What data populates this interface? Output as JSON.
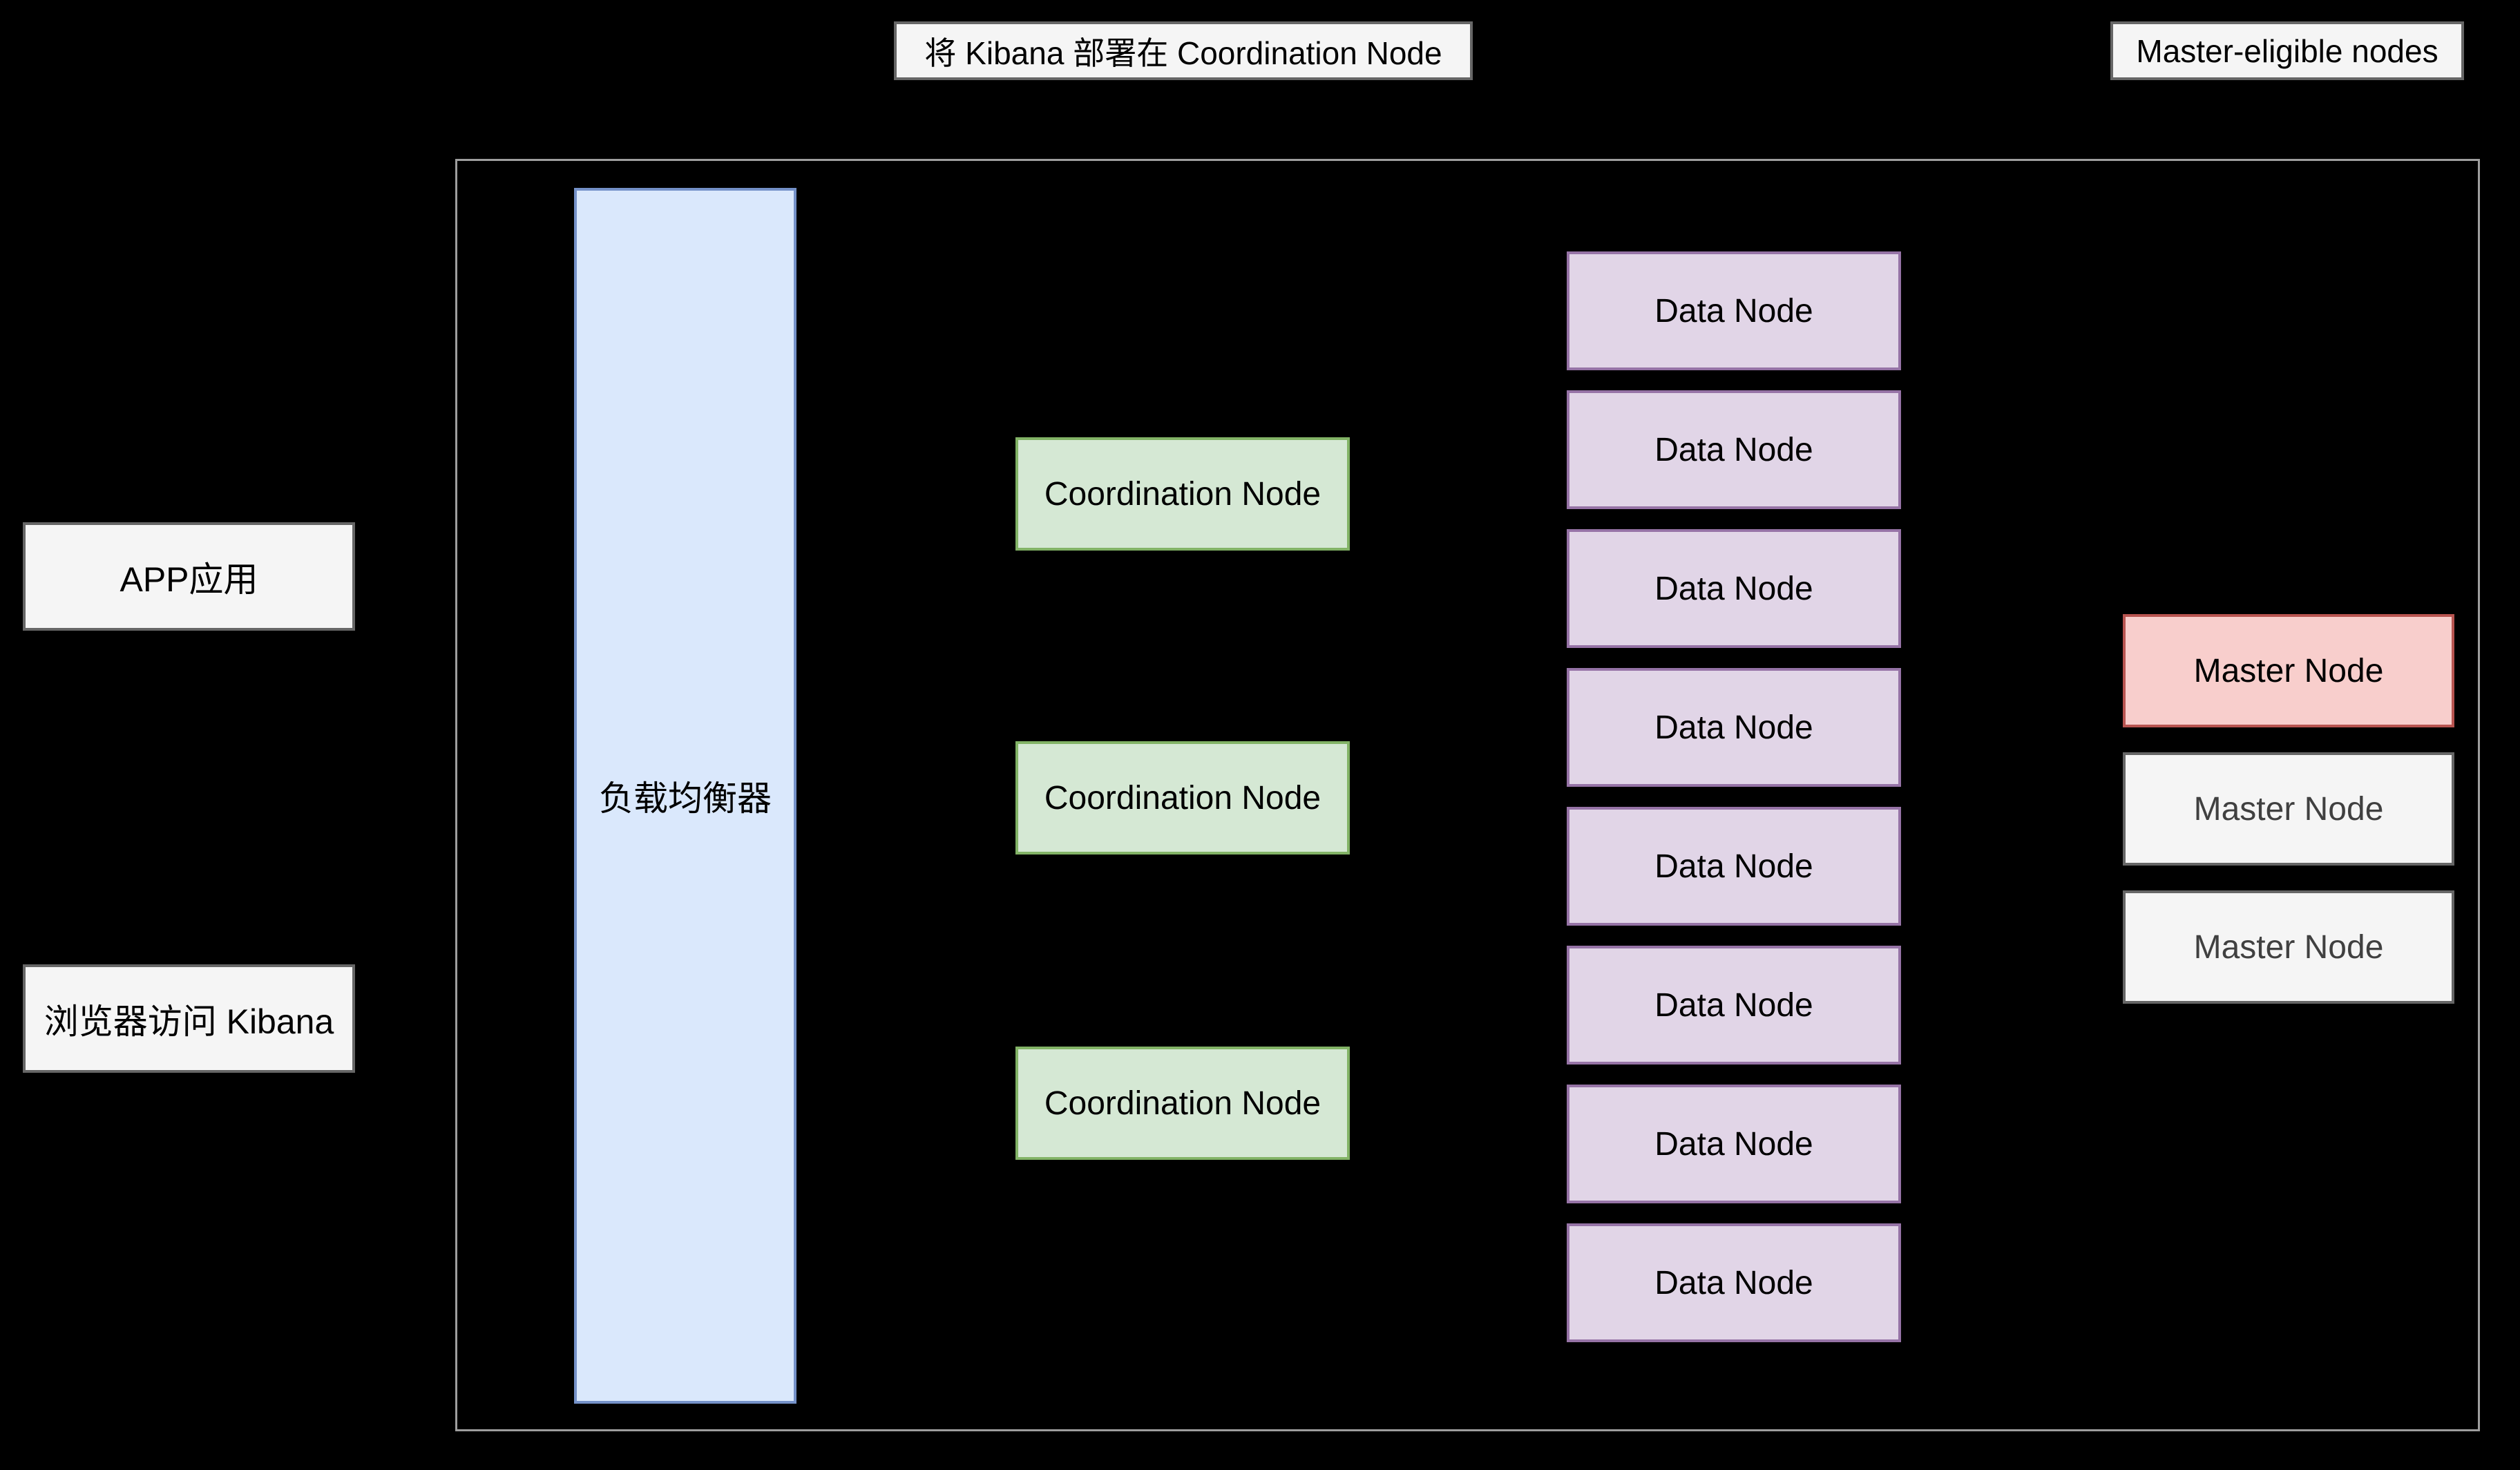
{
  "diagram": {
    "background_color": "#000000",
    "annotations": {
      "kibana_note": "将 Kibana 部署在 Coordination Node",
      "master_note": "Master-eligible nodes"
    },
    "clients": {
      "app": "APP应用",
      "browser": "浏览器访问 Kibana"
    },
    "load_balancer": "负载均衡器",
    "coordination_nodes": [
      "Coordination Node",
      "Coordination Node",
      "Coordination Node"
    ],
    "data_nodes": [
      "Data Node",
      "Data Node",
      "Data Node",
      "Data Node",
      "Data Node",
      "Data Node",
      "Data Node",
      "Data Node"
    ],
    "master_nodes": [
      "Master Node",
      "Master Node",
      "Master Node"
    ],
    "master_active_index": 0,
    "colors": {
      "annotation_fill": "#f5f5f5",
      "annotation_border": "#666666",
      "load_balancer_fill": "#dae8fc",
      "load_balancer_border": "#7491c8",
      "coordination_fill": "#d5e8d4",
      "coordination_border": "#82b366",
      "data_fill": "#e1d5e7",
      "data_border": "#9673a6",
      "master_active_fill": "#f8cecc",
      "master_active_border": "#b85450",
      "master_standby_fill": "#f5f5f5",
      "master_standby_border": "#666666",
      "cluster_border": "#9e9e9e"
    }
  }
}
